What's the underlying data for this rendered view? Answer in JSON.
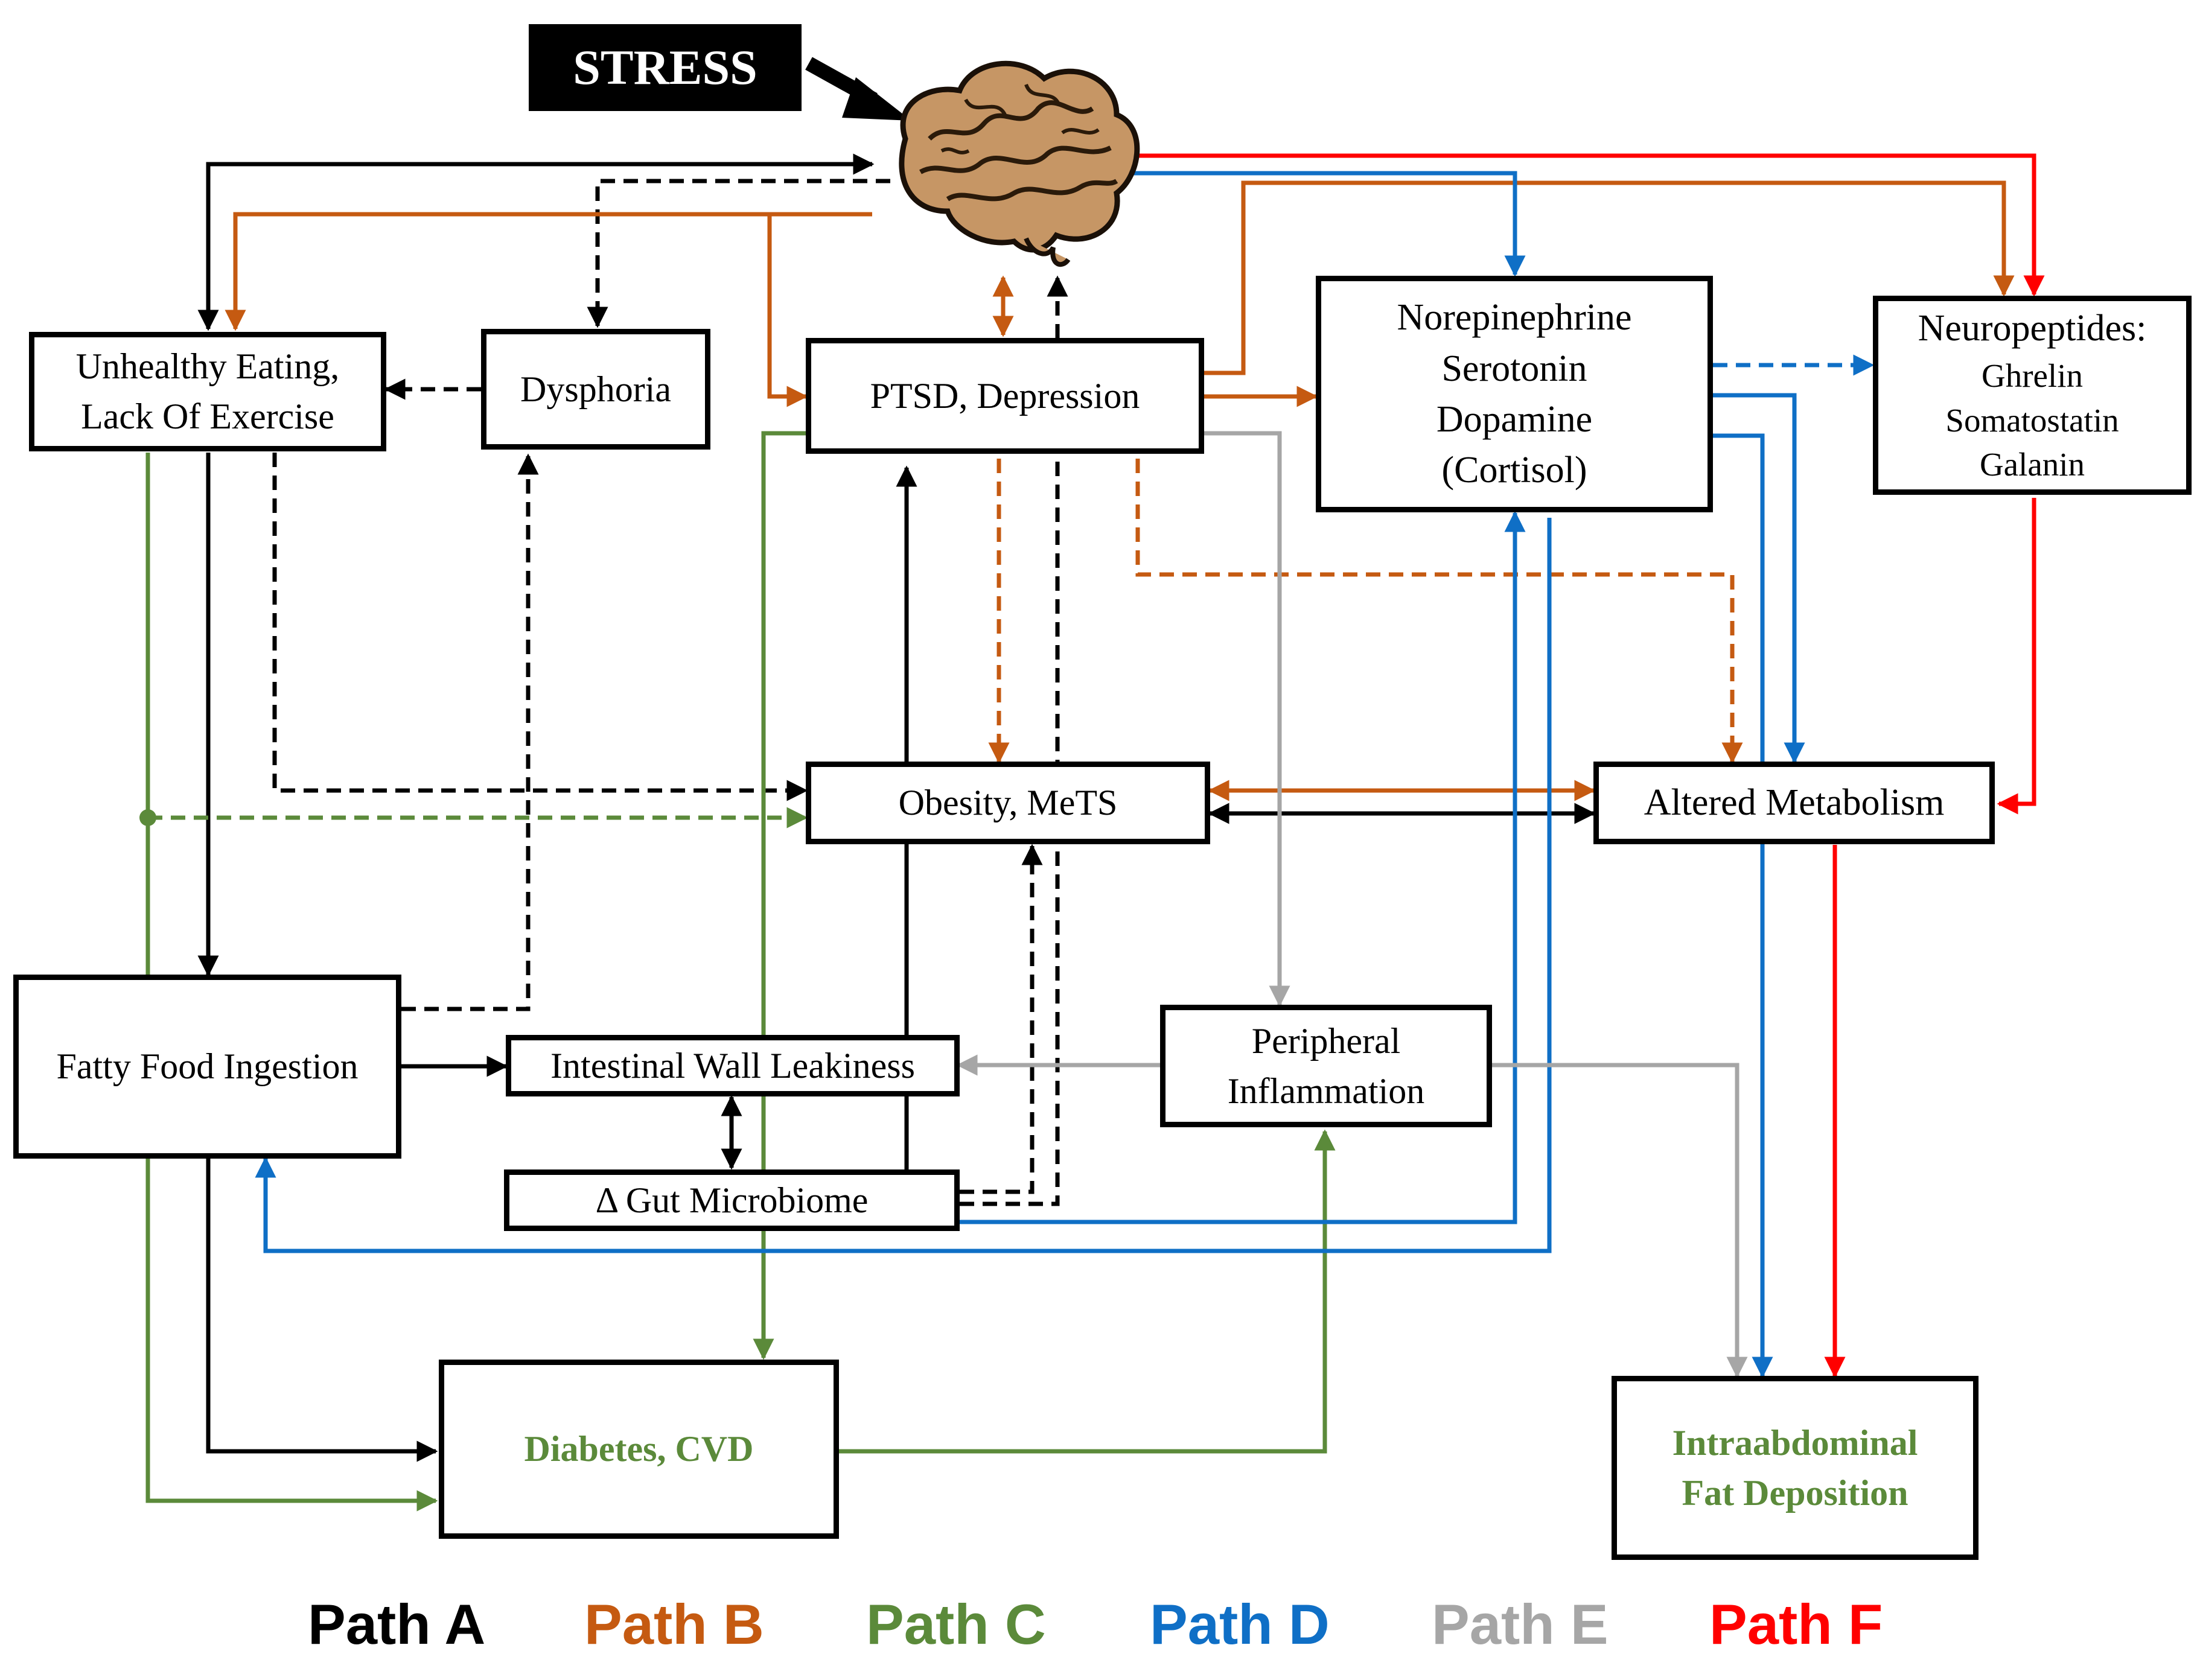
{
  "stress": {
    "label": "STRESS"
  },
  "nodes": {
    "unhealthy_eating": [
      "Unhealthy Eating,",
      "Lack Of Exercise"
    ],
    "dysphoria": [
      "Dysphoria"
    ],
    "ptsd": [
      "PTSD, Depression"
    ],
    "neurotransmitters": [
      "Norepinephrine",
      "Serotonin",
      "Dopamine",
      "(Cortisol)"
    ],
    "neuropeptides": [
      "Neuropeptides:",
      "Ghrelin",
      "Somatostatin",
      "Galanin"
    ],
    "obesity": [
      "Obesity, MeTS"
    ],
    "altered_metabolism": [
      "Altered Metabolism"
    ],
    "fatty_food": [
      "Fatty Food Ingestion"
    ],
    "intestinal_wall": [
      "Intestinal Wall Leakiness"
    ],
    "gut_microbiome": [
      "Δ Gut Microbiome"
    ],
    "peripheral_inflammation": [
      "Peripheral",
      "Inflammation"
    ],
    "diabetes": [
      "Diabetes, CVD"
    ],
    "intraabdominal": [
      "Intraabdominal",
      "Fat Deposition"
    ]
  },
  "legend": [
    {
      "label": "Path A",
      "color": "#000000"
    },
    {
      "label": "Path B",
      "color": "#c55a11"
    },
    {
      "label": "Path C",
      "color": "#5b8a3a"
    },
    {
      "label": "Path D",
      "color": "#0f6fc6"
    },
    {
      "label": "Path E",
      "color": "#a6a6a6"
    },
    {
      "label": "Path F",
      "color": "#ff0000"
    }
  ],
  "colors": {
    "path_a": "#000000",
    "path_b": "#c55a11",
    "path_c": "#5b8a3a",
    "path_d": "#0f6fc6",
    "path_e": "#a6a6a6",
    "path_f": "#ff0000"
  },
  "icons": {
    "brain": "brain-icon",
    "stress_arrow": "stress-arrow-icon"
  }
}
